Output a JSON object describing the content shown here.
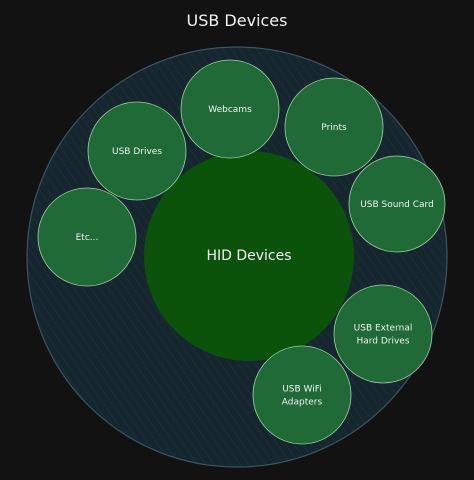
{
  "title": "USB Devices",
  "center": {
    "label": "HID Devices"
  },
  "nodes": [
    {
      "id": "webcams",
      "lines": [
        "Webcams"
      ]
    },
    {
      "id": "prints",
      "lines": [
        "Prints"
      ]
    },
    {
      "id": "usb-sound-card",
      "lines": [
        "USB Sound Card"
      ]
    },
    {
      "id": "usb-external-hard-drives",
      "lines": [
        "USB External",
        "Hard Drives"
      ]
    },
    {
      "id": "usb-wifi-adapters",
      "lines": [
        "USB WiFi",
        "Adapters"
      ]
    },
    {
      "id": "etc",
      "lines": [
        "Etc..."
      ]
    },
    {
      "id": "usb-drives",
      "lines": [
        "USB Drives"
      ]
    }
  ],
  "colors": {
    "background": "#121212",
    "outer_fill": "#16262e",
    "outer_stroke": "#3b5562",
    "center_fill": "#0b520b",
    "node_fill": "#1f6a36",
    "node_stroke": "#9fd0a6",
    "text": "#f2f2f2"
  }
}
